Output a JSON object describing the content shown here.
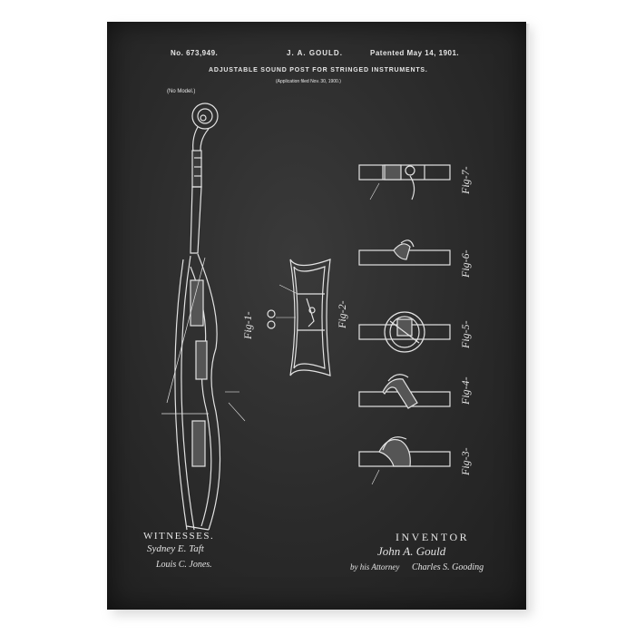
{
  "header": {
    "patent_number": "No. 673,949.",
    "inventor_name": "J. A. GOULD.",
    "patent_date": "Patented May 14, 1901.",
    "title": "ADJUSTABLE SOUND POST FOR STRINGED INSTRUMENTS.",
    "application": "(Application filed Nov. 30, 1900.)",
    "model_note": "(No Model.)"
  },
  "figures": {
    "fig1": "Fig-1-",
    "fig2": "Fig-2-",
    "fig3": "Fig-3-",
    "fig4": "Fig-4-",
    "fig5": "Fig-5-",
    "fig6": "Fig-6-",
    "fig7": "Fig-7-"
  },
  "footer": {
    "witnesses_label": "WITNESSES.",
    "witness_1": "Sydney E. Taft",
    "witness_2": "Louis C. Jones.",
    "inventor_label": "INVENTOR",
    "inventor_signature": "John A. Gould",
    "attorney_prefix": "by his Attorney",
    "attorney_signature": "Charles S. Gooding"
  },
  "colors": {
    "chalkboard": "#2a2a2a",
    "chalk": "#e6e6e6"
  }
}
